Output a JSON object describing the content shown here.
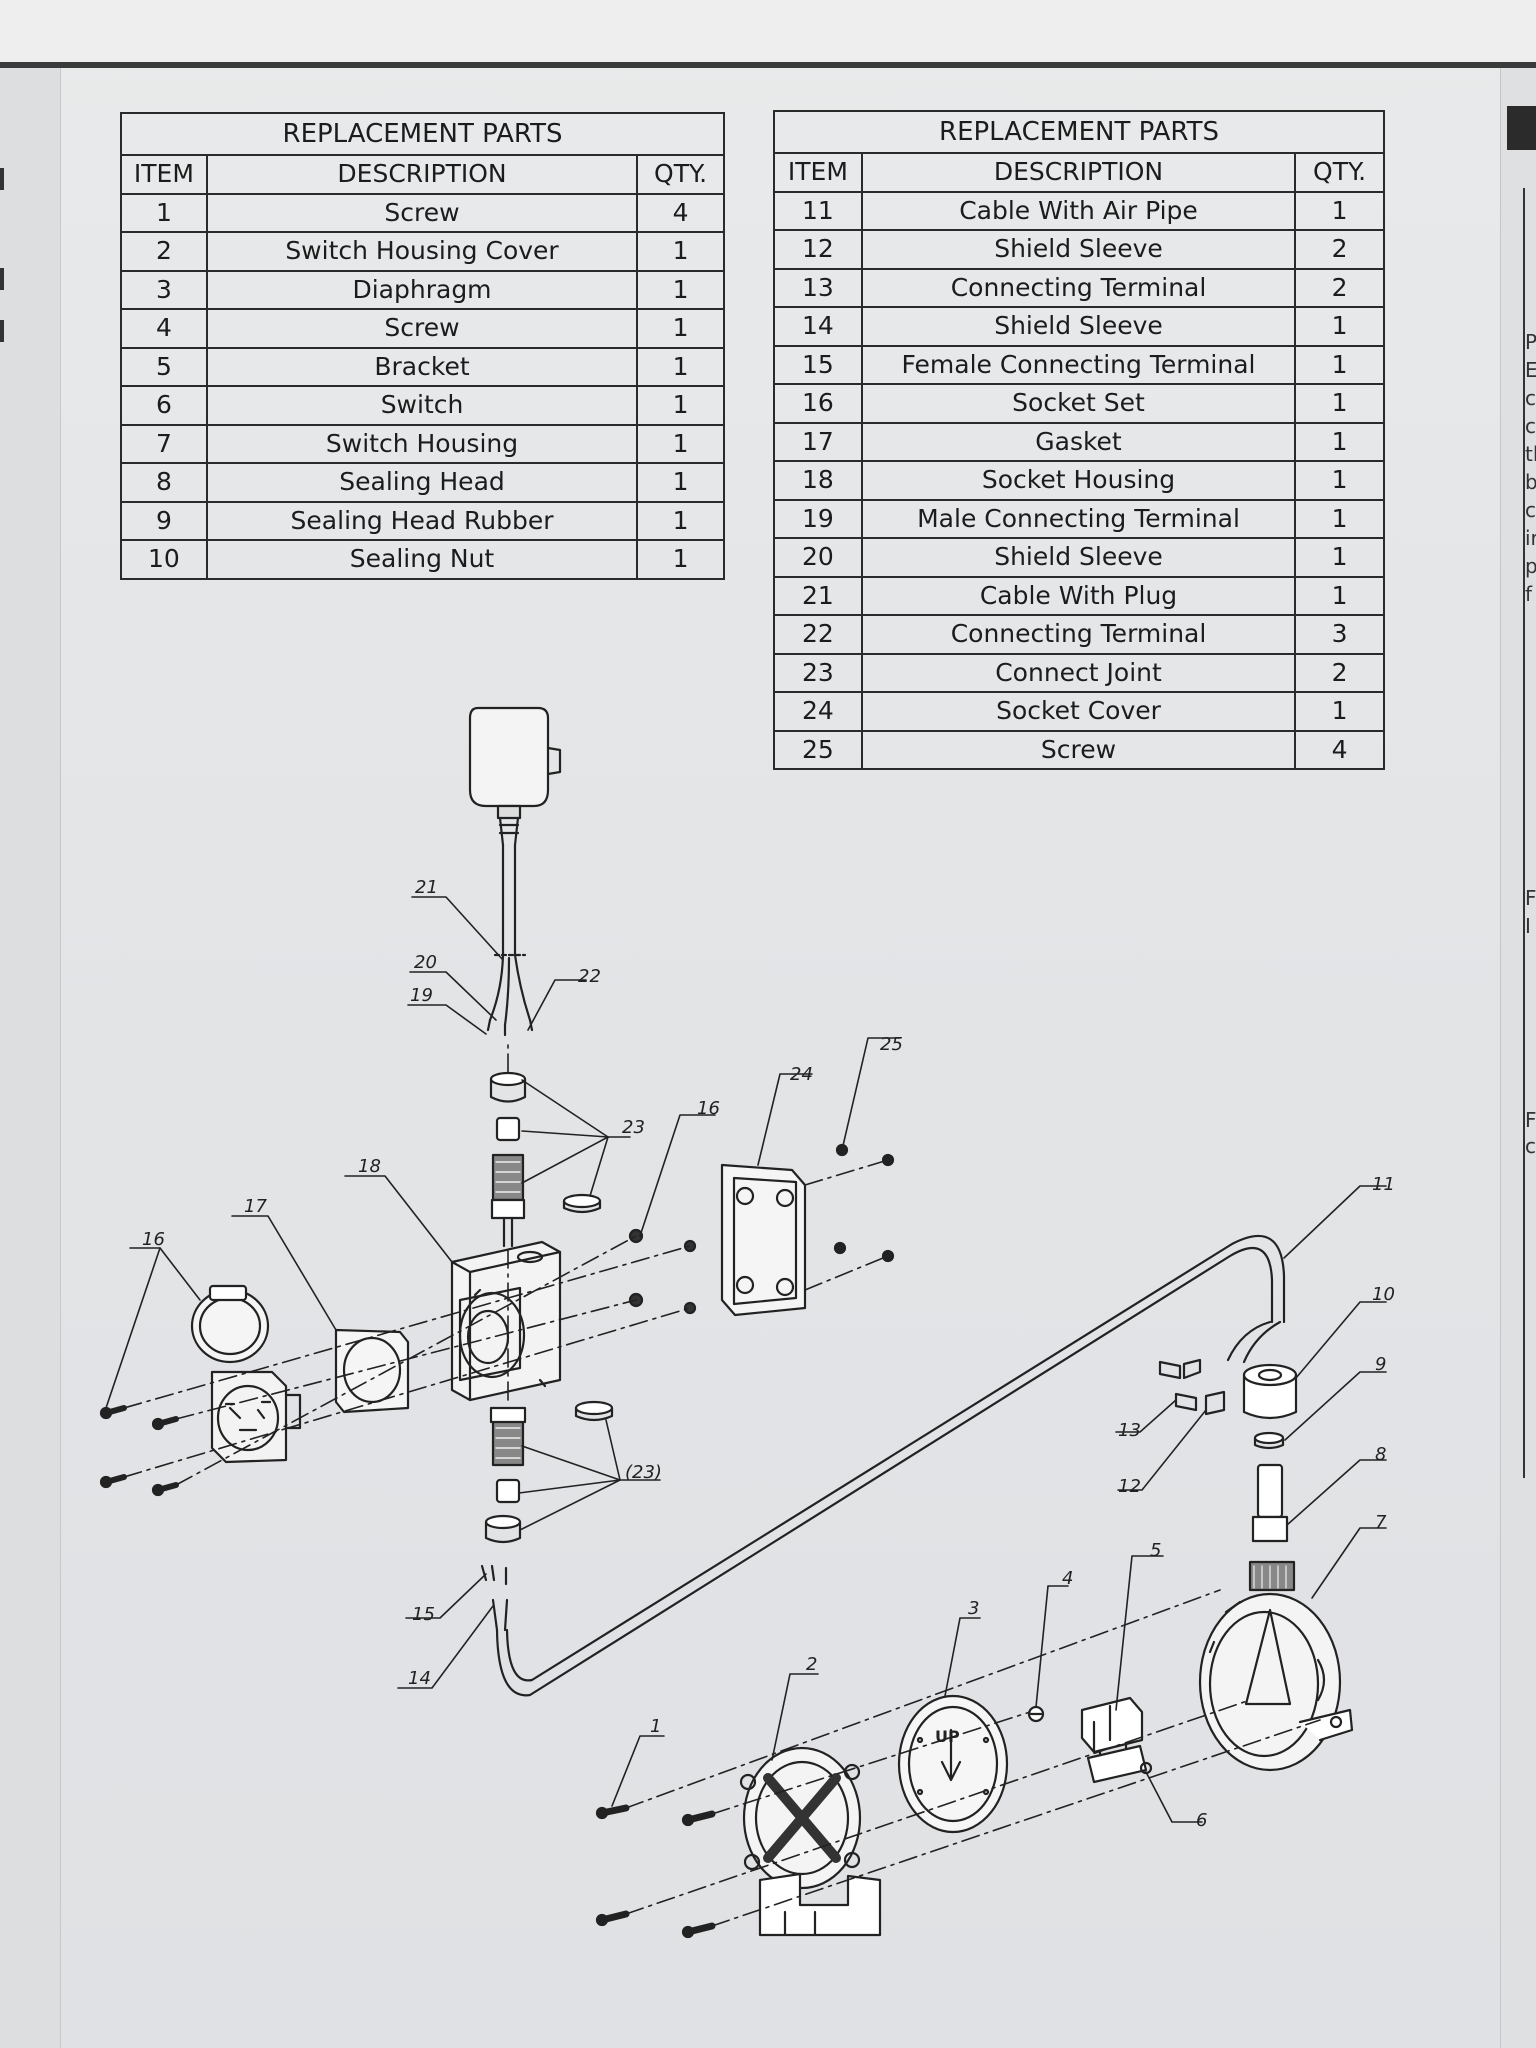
{
  "tables": [
    {
      "title": "REPLACEMENT PARTS",
      "headers": {
        "item": "ITEM",
        "description": "DESCRIPTION",
        "qty": "QTY."
      },
      "rows": [
        {
          "item": "1",
          "description": "Screw",
          "qty": "4"
        },
        {
          "item": "2",
          "description": "Switch Housing Cover",
          "qty": "1"
        },
        {
          "item": "3",
          "description": "Diaphragm",
          "qty": "1"
        },
        {
          "item": "4",
          "description": "Screw",
          "qty": "1"
        },
        {
          "item": "5",
          "description": "Bracket",
          "qty": "1"
        },
        {
          "item": "6",
          "description": "Switch",
          "qty": "1"
        },
        {
          "item": "7",
          "description": "Switch Housing",
          "qty": "1"
        },
        {
          "item": "8",
          "description": "Sealing Head",
          "qty": "1"
        },
        {
          "item": "9",
          "description": "Sealing Head Rubber",
          "qty": "1"
        },
        {
          "item": "10",
          "description": "Sealing Nut",
          "qty": "1"
        }
      ]
    },
    {
      "title": "REPLACEMENT PARTS",
      "headers": {
        "item": "ITEM",
        "description": "DESCRIPTION",
        "qty": "QTY."
      },
      "rows": [
        {
          "item": "11",
          "description": "Cable With Air Pipe",
          "qty": "1"
        },
        {
          "item": "12",
          "description": "Shield Sleeve",
          "qty": "2"
        },
        {
          "item": "13",
          "description": "Connecting Terminal",
          "qty": "2"
        },
        {
          "item": "14",
          "description": "Shield Sleeve",
          "qty": "1"
        },
        {
          "item": "15",
          "description": "Female Connecting Terminal",
          "qty": "1"
        },
        {
          "item": "16",
          "description": "Socket Set",
          "qty": "1"
        },
        {
          "item": "17",
          "description": "Gasket",
          "qty": "1"
        },
        {
          "item": "18",
          "description": "Socket Housing",
          "qty": "1"
        },
        {
          "item": "19",
          "description": "Male Connecting Terminal",
          "qty": "1"
        },
        {
          "item": "20",
          "description": "Shield Sleeve",
          "qty": "1"
        },
        {
          "item": "21",
          "description": "Cable With Plug",
          "qty": "1"
        },
        {
          "item": "22",
          "description": "Connecting Terminal",
          "qty": "3"
        },
        {
          "item": "23",
          "description": "Connect Joint",
          "qty": "2"
        },
        {
          "item": "24",
          "description": "Socket Cover",
          "qty": "1"
        },
        {
          "item": "25",
          "description": "Screw",
          "qty": "4"
        }
      ]
    }
  ],
  "diagram": {
    "callouts": {
      "c1": "1",
      "c2": "2",
      "c3": "3",
      "c4": "4",
      "c5": "5",
      "c6": "6",
      "c7": "7",
      "c8": "8",
      "c9": "9",
      "c10": "10",
      "c11": "11",
      "c12": "12",
      "c13": "13",
      "c14": "14",
      "c15": "15",
      "c16a": "16",
      "c16b": "16",
      "c17": "17",
      "c18": "18",
      "c19": "19",
      "c20": "20",
      "c21": "21",
      "c22": "22",
      "c23a": "23",
      "c23b": "(23)",
      "c24": "24",
      "c25": "25"
    },
    "diaphragm_mark": "UP"
  },
  "right_page_fragments": [
    "P",
    "E",
    "c",
    "c",
    "tl",
    "b",
    "c",
    "ir",
    "p",
    "f",
    "F",
    "I",
    "F",
    "c"
  ]
}
